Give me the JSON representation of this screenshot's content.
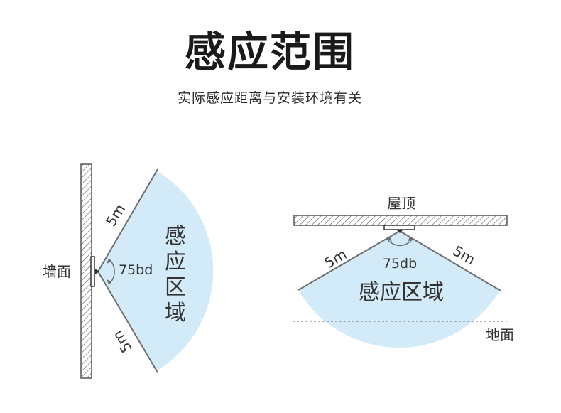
{
  "title": "感应范围",
  "subtitle": "实际感应距离与安装环境有关",
  "wall_diagram": {
    "surface_label": "墙面",
    "top_distance": "5m",
    "bottom_distance": "5m",
    "angle": "75bd",
    "zone_label_chars": [
      "感",
      "应",
      "区",
      "域"
    ]
  },
  "ceiling_diagram": {
    "surface_label": "屋顶",
    "left_distance": "5m",
    "right_distance": "5m",
    "angle": "75db",
    "zone_label": "感应区域",
    "floor_label": "地面"
  },
  "colors": {
    "zone_fill": "#d3eaf8",
    "edge_line": "#6e6e6e",
    "hatch": "#555555",
    "text": "#333333"
  }
}
